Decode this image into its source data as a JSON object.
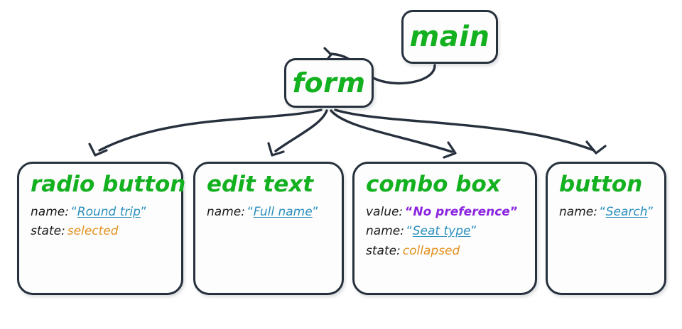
{
  "diagram": {
    "type": "accessibility-tree",
    "nodes": {
      "main": {
        "label": "main"
      },
      "form": {
        "label": "form"
      }
    },
    "leaves": [
      {
        "id": "radio-button",
        "title": "radio button",
        "props": [
          {
            "key": "name:",
            "value": "Round trip",
            "style": "name",
            "quoted": true
          },
          {
            "key": "state:",
            "value": "selected",
            "style": "state",
            "quoted": false
          }
        ]
      },
      {
        "id": "edit-text",
        "title": "edit text",
        "props": [
          {
            "key": "name:",
            "value": "Full name",
            "style": "name",
            "quoted": true
          }
        ]
      },
      {
        "id": "combo-box",
        "title": "combo box",
        "props": [
          {
            "key": "value:",
            "value": "No preference",
            "style": "value",
            "quoted": true
          },
          {
            "key": "name:",
            "value": "Seat type",
            "style": "name",
            "quoted": true
          },
          {
            "key": "state:",
            "value": "collapsed",
            "style": "state",
            "quoted": false
          }
        ]
      },
      {
        "id": "button",
        "title": "button",
        "props": [
          {
            "key": "name:",
            "value": "Search",
            "style": "name",
            "quoted": true
          }
        ]
      }
    ],
    "edges": [
      {
        "from": "main",
        "to": "form"
      },
      {
        "from": "form",
        "to": "radio-button"
      },
      {
        "from": "form",
        "to": "edit-text"
      },
      {
        "from": "form",
        "to": "combo-box"
      },
      {
        "from": "form",
        "to": "button"
      }
    ],
    "colors": {
      "tag": "#13b020",
      "name_value": "#2a8fbd",
      "value_value": "#8b23e0",
      "state_value": "#e2911f",
      "stroke": "#27303d",
      "box_fill": "#fdfdfd"
    },
    "quote_open": "“",
    "quote_close": "”"
  }
}
